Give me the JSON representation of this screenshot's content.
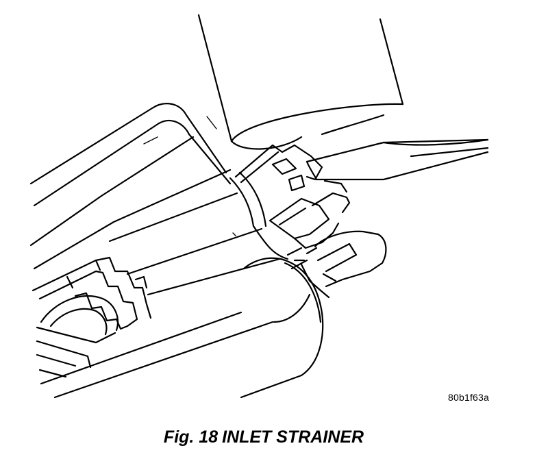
{
  "figure": {
    "ref_code": "80b1f63a",
    "caption_number": "Fig. 18",
    "caption_title": "INLET STRAINER"
  },
  "drawing": {
    "parts": [
      "fuel-pump-body",
      "pump-housing",
      "inlet-strainer",
      "screwdriver",
      "bracket",
      "electrical-connector"
    ],
    "line_color": "#000000",
    "background": "#ffffff"
  }
}
